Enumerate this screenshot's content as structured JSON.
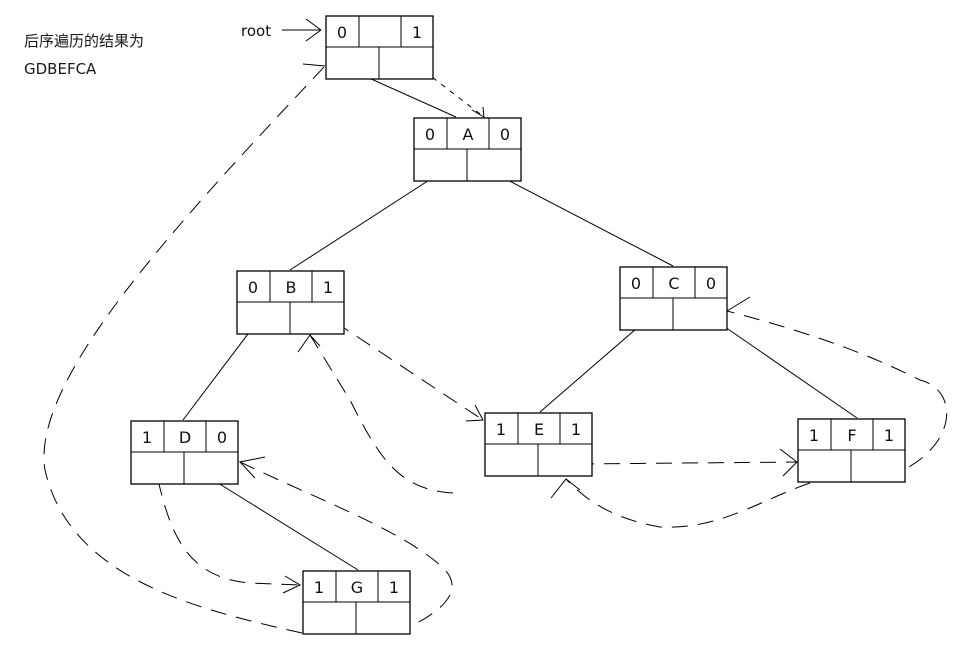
{
  "caption": {
    "line1": "后序遍历的结果为",
    "line2": "GDBEFCA"
  },
  "root_label": "root",
  "head_node": {
    "ltag": "0",
    "data": "",
    "rtag": "1"
  },
  "nodes": [
    {
      "id": "A",
      "ltag": "0",
      "data": "A",
      "rtag": "0"
    },
    {
      "id": "B",
      "ltag": "0",
      "data": "B",
      "rtag": "1"
    },
    {
      "id": "C",
      "ltag": "0",
      "data": "C",
      "rtag": "0"
    },
    {
      "id": "D",
      "ltag": "1",
      "data": "D",
      "rtag": "0"
    },
    {
      "id": "E",
      "ltag": "1",
      "data": "E",
      "rtag": "1"
    },
    {
      "id": "F",
      "ltag": "1",
      "data": "F",
      "rtag": "1"
    },
    {
      "id": "G",
      "ltag": "1",
      "data": "G",
      "rtag": "1"
    }
  ],
  "tree_edges": [
    [
      "head",
      "A"
    ],
    [
      "A",
      "B"
    ],
    [
      "A",
      "C"
    ],
    [
      "B",
      "D"
    ],
    [
      "C",
      "E"
    ],
    [
      "C",
      "F"
    ],
    [
      "D",
      "G"
    ]
  ],
  "thread_edges": [
    {
      "from": "G",
      "to": "head",
      "side": "left"
    },
    {
      "from": "G",
      "to": "D",
      "side": "right"
    },
    {
      "from": "D",
      "to": "G",
      "side": "left-child"
    },
    {
      "from": "E",
      "to": "B",
      "side": "left"
    },
    {
      "from": "B",
      "to": "E",
      "side": "right"
    },
    {
      "from": "E",
      "to": "F",
      "side": "right"
    },
    {
      "from": "F",
      "to": "E",
      "side": "left"
    },
    {
      "from": "F",
      "to": "C",
      "side": "right"
    },
    {
      "from": "head",
      "to": "A",
      "side": "right"
    }
  ]
}
